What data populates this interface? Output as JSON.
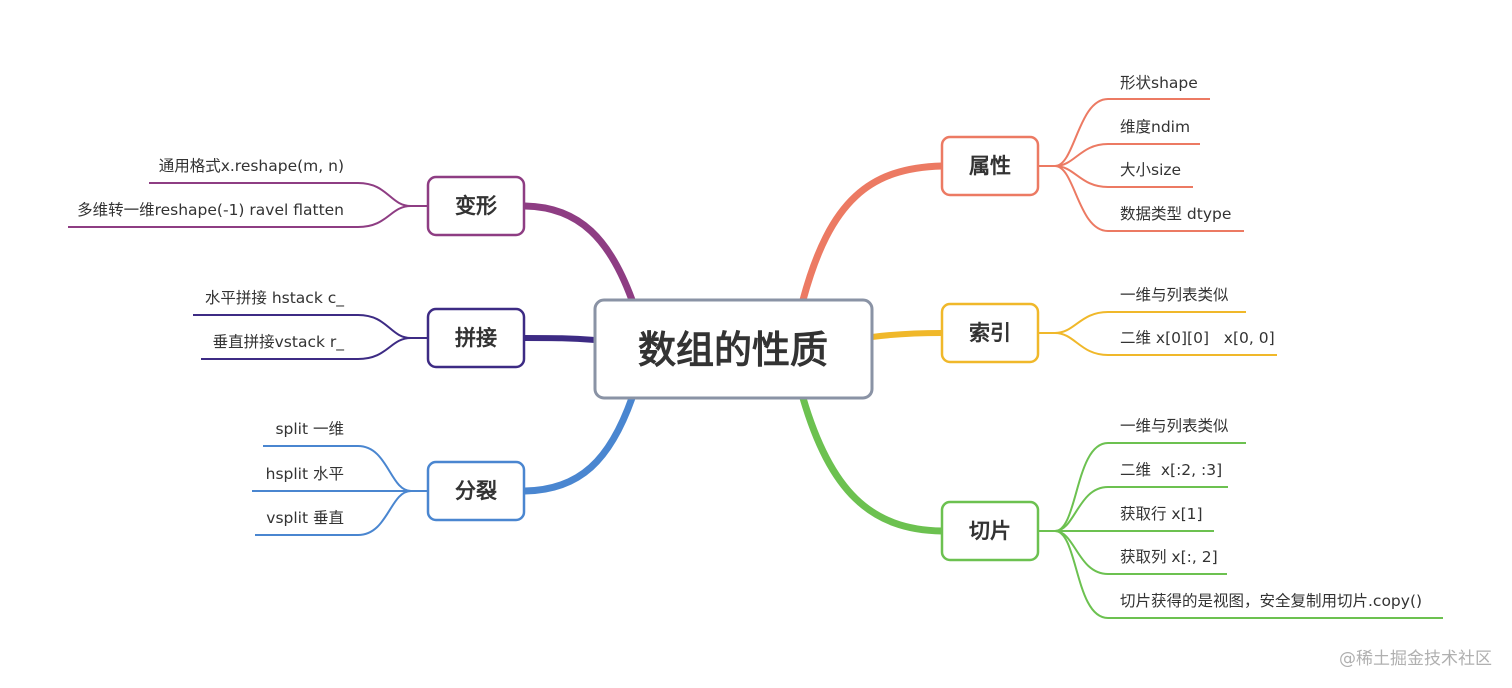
{
  "root": {
    "label": "数组的性质"
  },
  "colors": {
    "root_border": "#8a93a5",
    "attr": "#ec7a63",
    "index": "#f0b82a",
    "slice": "#6cc150",
    "reshape": "#8e3d83",
    "concat": "#3d2b84",
    "split": "#4a86d0"
  },
  "branches": {
    "attr": {
      "label": "属性",
      "items": [
        "形状shape",
        "维度ndim",
        "大小size",
        "数据类型 dtype"
      ]
    },
    "index": {
      "label": "索引",
      "items": [
        "一维与列表类似",
        "二维 x[0][0]   x[0, 0]"
      ]
    },
    "slice": {
      "label": "切片",
      "items": [
        "一维与列表类似",
        "二维  x[:2, :3]",
        "获取行 x[1]",
        "获取列 x[:, 2]",
        "切片获得的是视图，安全复制用切片.copy()"
      ]
    },
    "reshape": {
      "label": "变形",
      "items": [
        "通用格式x.reshape(m, n)",
        "多维转一维reshape(-1) ravel flatten"
      ]
    },
    "concat": {
      "label": "拼接",
      "items": [
        "水平拼接 hstack c_",
        "垂直拼接vstack r_"
      ]
    },
    "split": {
      "label": "分裂",
      "items": [
        "split 一维",
        "hsplit 水平",
        "vsplit 垂直"
      ]
    }
  },
  "watermark": "@稀土掘金技术社区"
}
